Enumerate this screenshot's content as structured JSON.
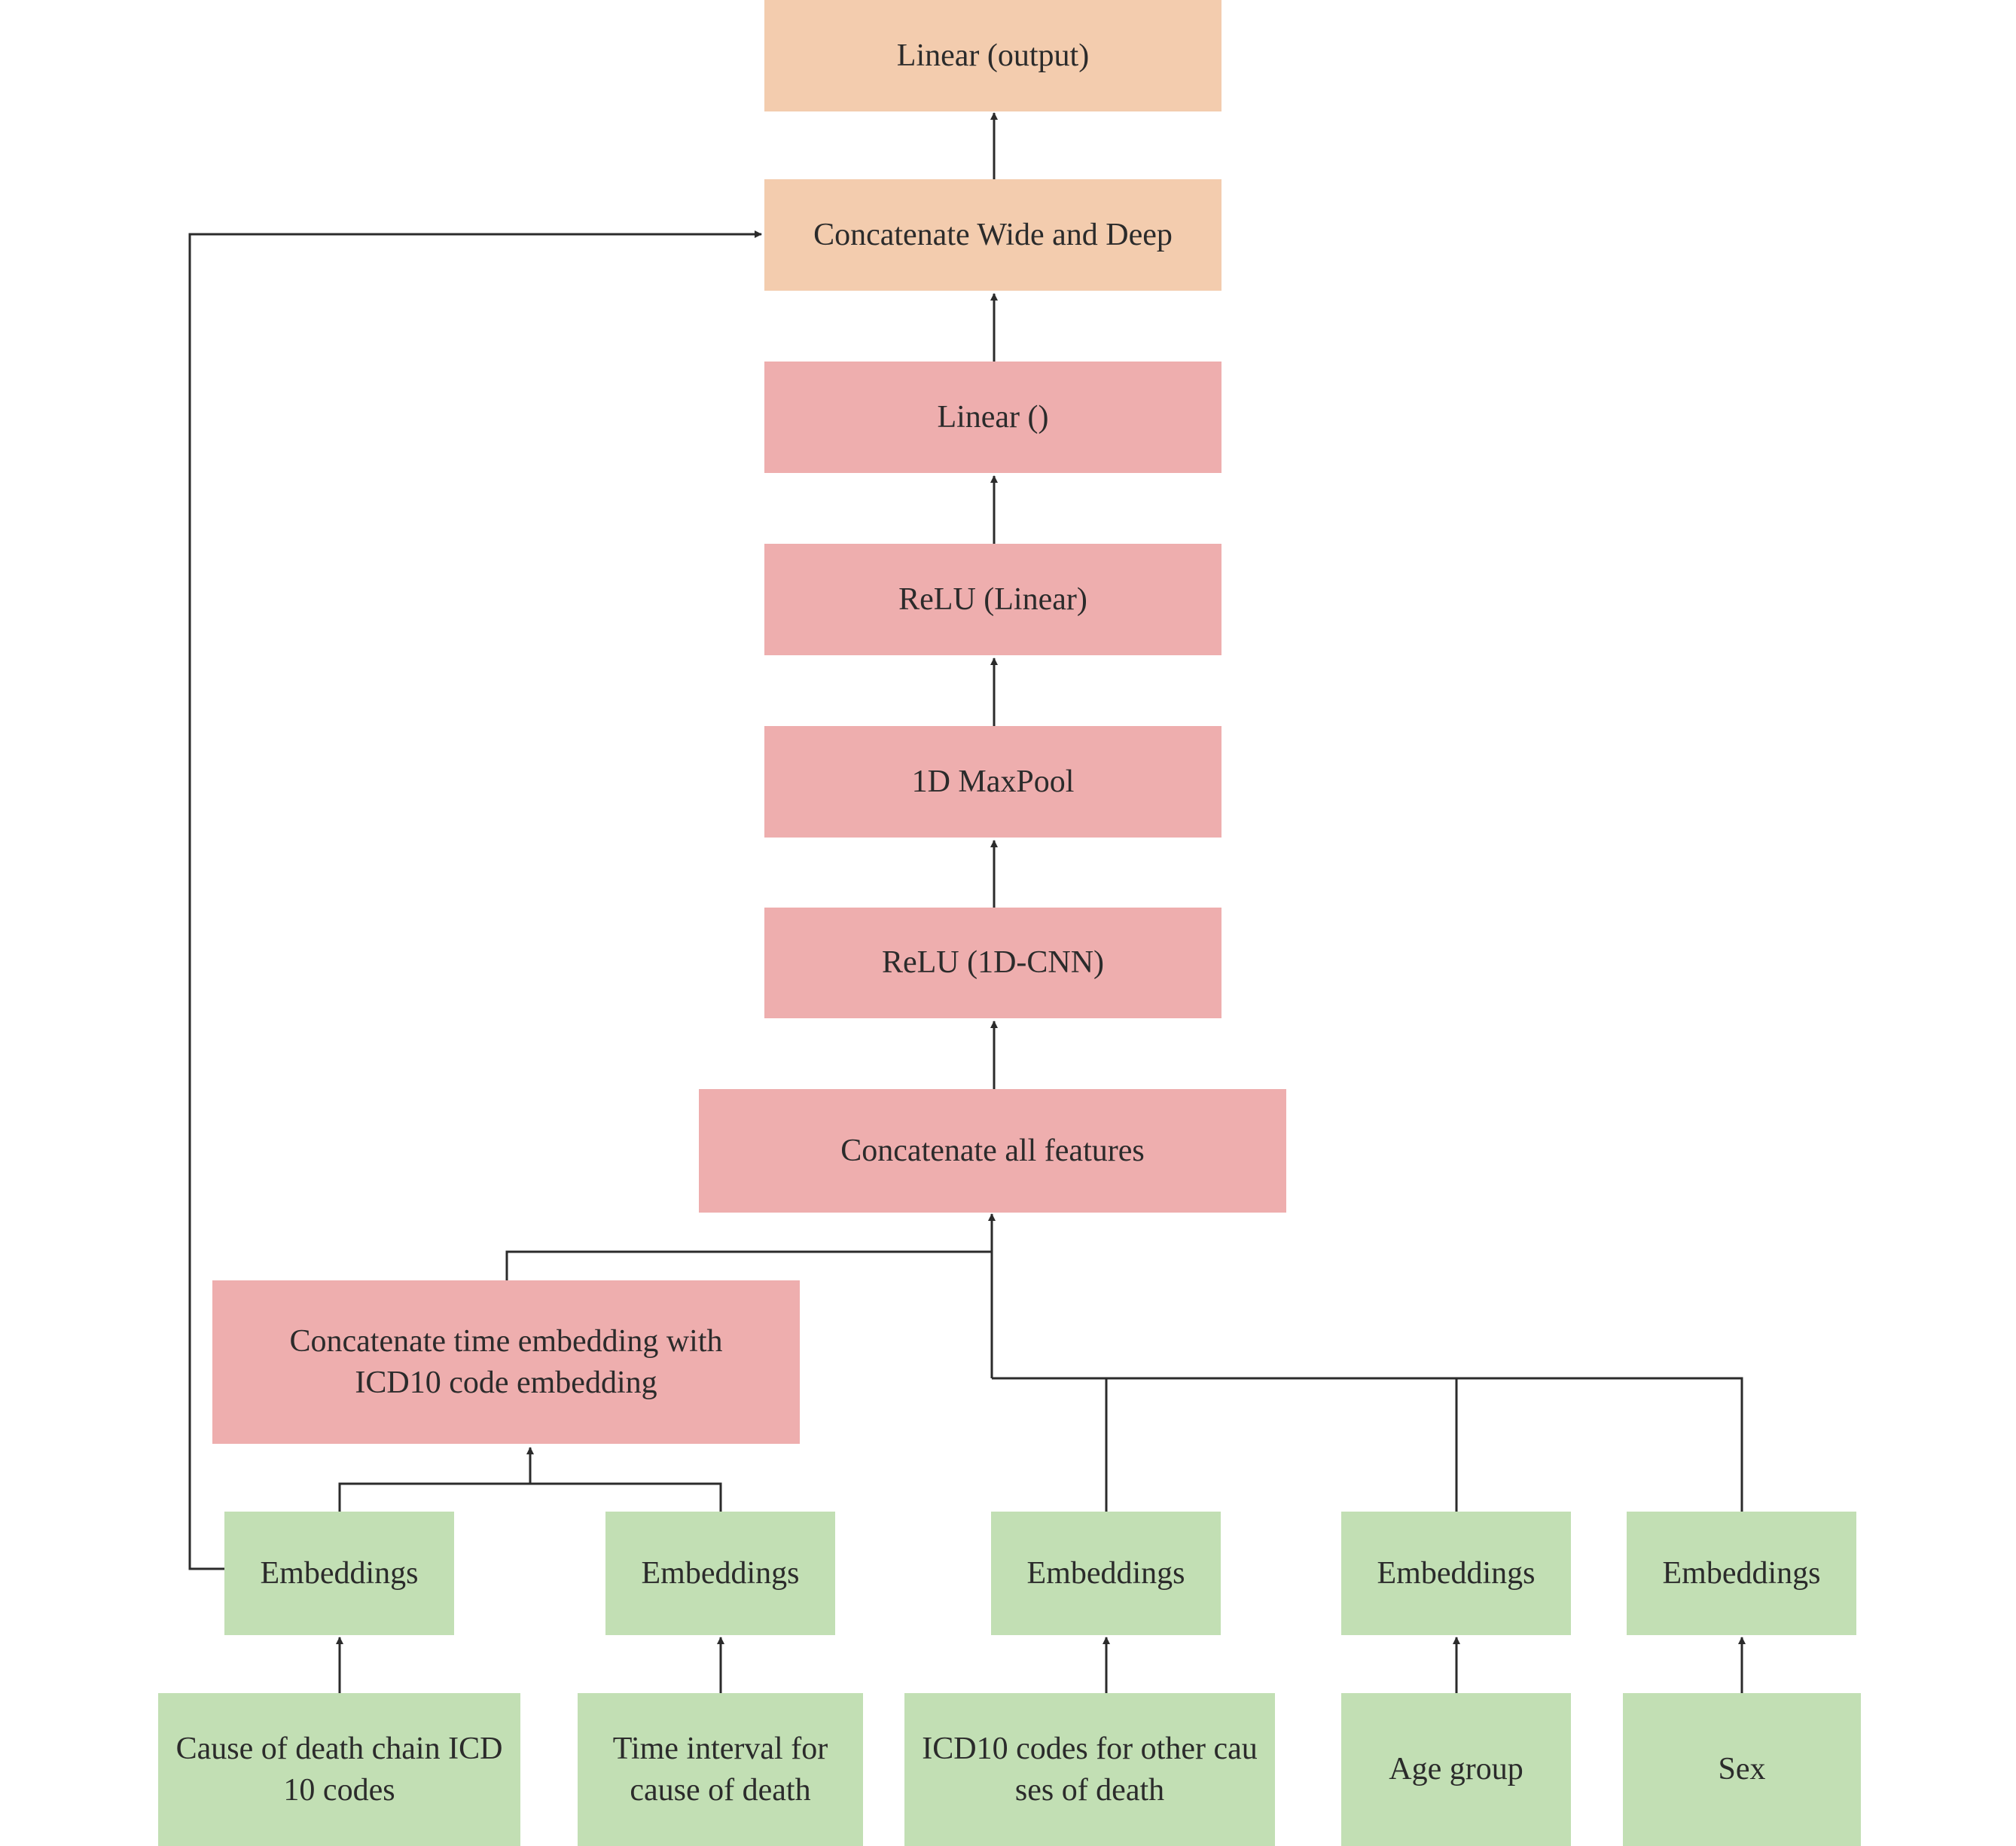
{
  "colors": {
    "output_layer": "#f3ccae",
    "deep_layer": "#eeaeae",
    "input_layer": "#c2dfb4",
    "edge": "#2b2b2b"
  },
  "nodes": {
    "linear_output": "Linear (output)",
    "concat_wide_deep": "Concatenate Wide and Deep",
    "linear": "Linear ()",
    "relu_linear": "ReLU (Linear)",
    "maxpool": "1D MaxPool",
    "relu_cnn": "ReLU (1D-CNN)",
    "concat_all": "Concatenate all features",
    "concat_time_icd": "Concatenate time embedding with ICD10 code embedding",
    "embeddings_1": "Embeddings",
    "embeddings_2": "Embeddings",
    "embeddings_3": "Embeddings",
    "embeddings_4": "Embeddings",
    "embeddings_5": "Embeddings",
    "input_cause_chain": "Cause of death chain ICD 10 codes",
    "input_time_interval": "Time interval for cause of death",
    "input_icd10_other": "ICD10 codes for other cau ses of death",
    "input_age_group": "Age group",
    "input_sex": "Sex"
  }
}
